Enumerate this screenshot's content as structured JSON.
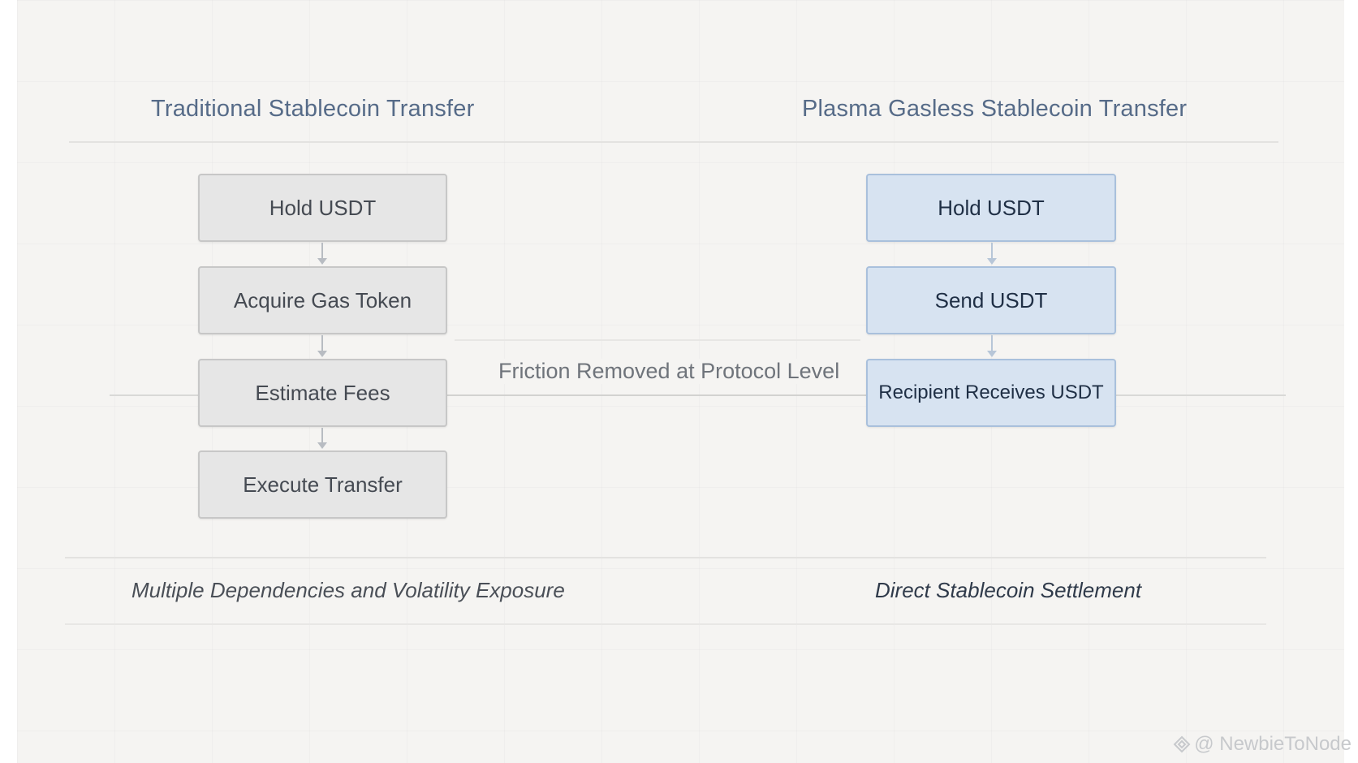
{
  "left": {
    "title": "Traditional Stablecoin Transfer",
    "steps": [
      "Hold USDT",
      "Acquire Gas Token",
      "Estimate Fees",
      "Execute Transfer"
    ],
    "caption": "Multiple Dependencies and Volatility Exposure"
  },
  "right": {
    "title": "Plasma Gasless Stablecoin Transfer",
    "steps": [
      "Hold USDT",
      "Send USDT",
      "Recipient Receives USDT"
    ],
    "caption": "Direct Stablecoin Settlement"
  },
  "connector_label": "Friction Removed at Protocol Level",
  "watermark": "@ NewbieToNode",
  "colors": {
    "title": "#566b88",
    "left_box_fill": "#e6e6e6",
    "right_box_fill": "#d7e3f1",
    "arrow": "#b8bcc2"
  }
}
